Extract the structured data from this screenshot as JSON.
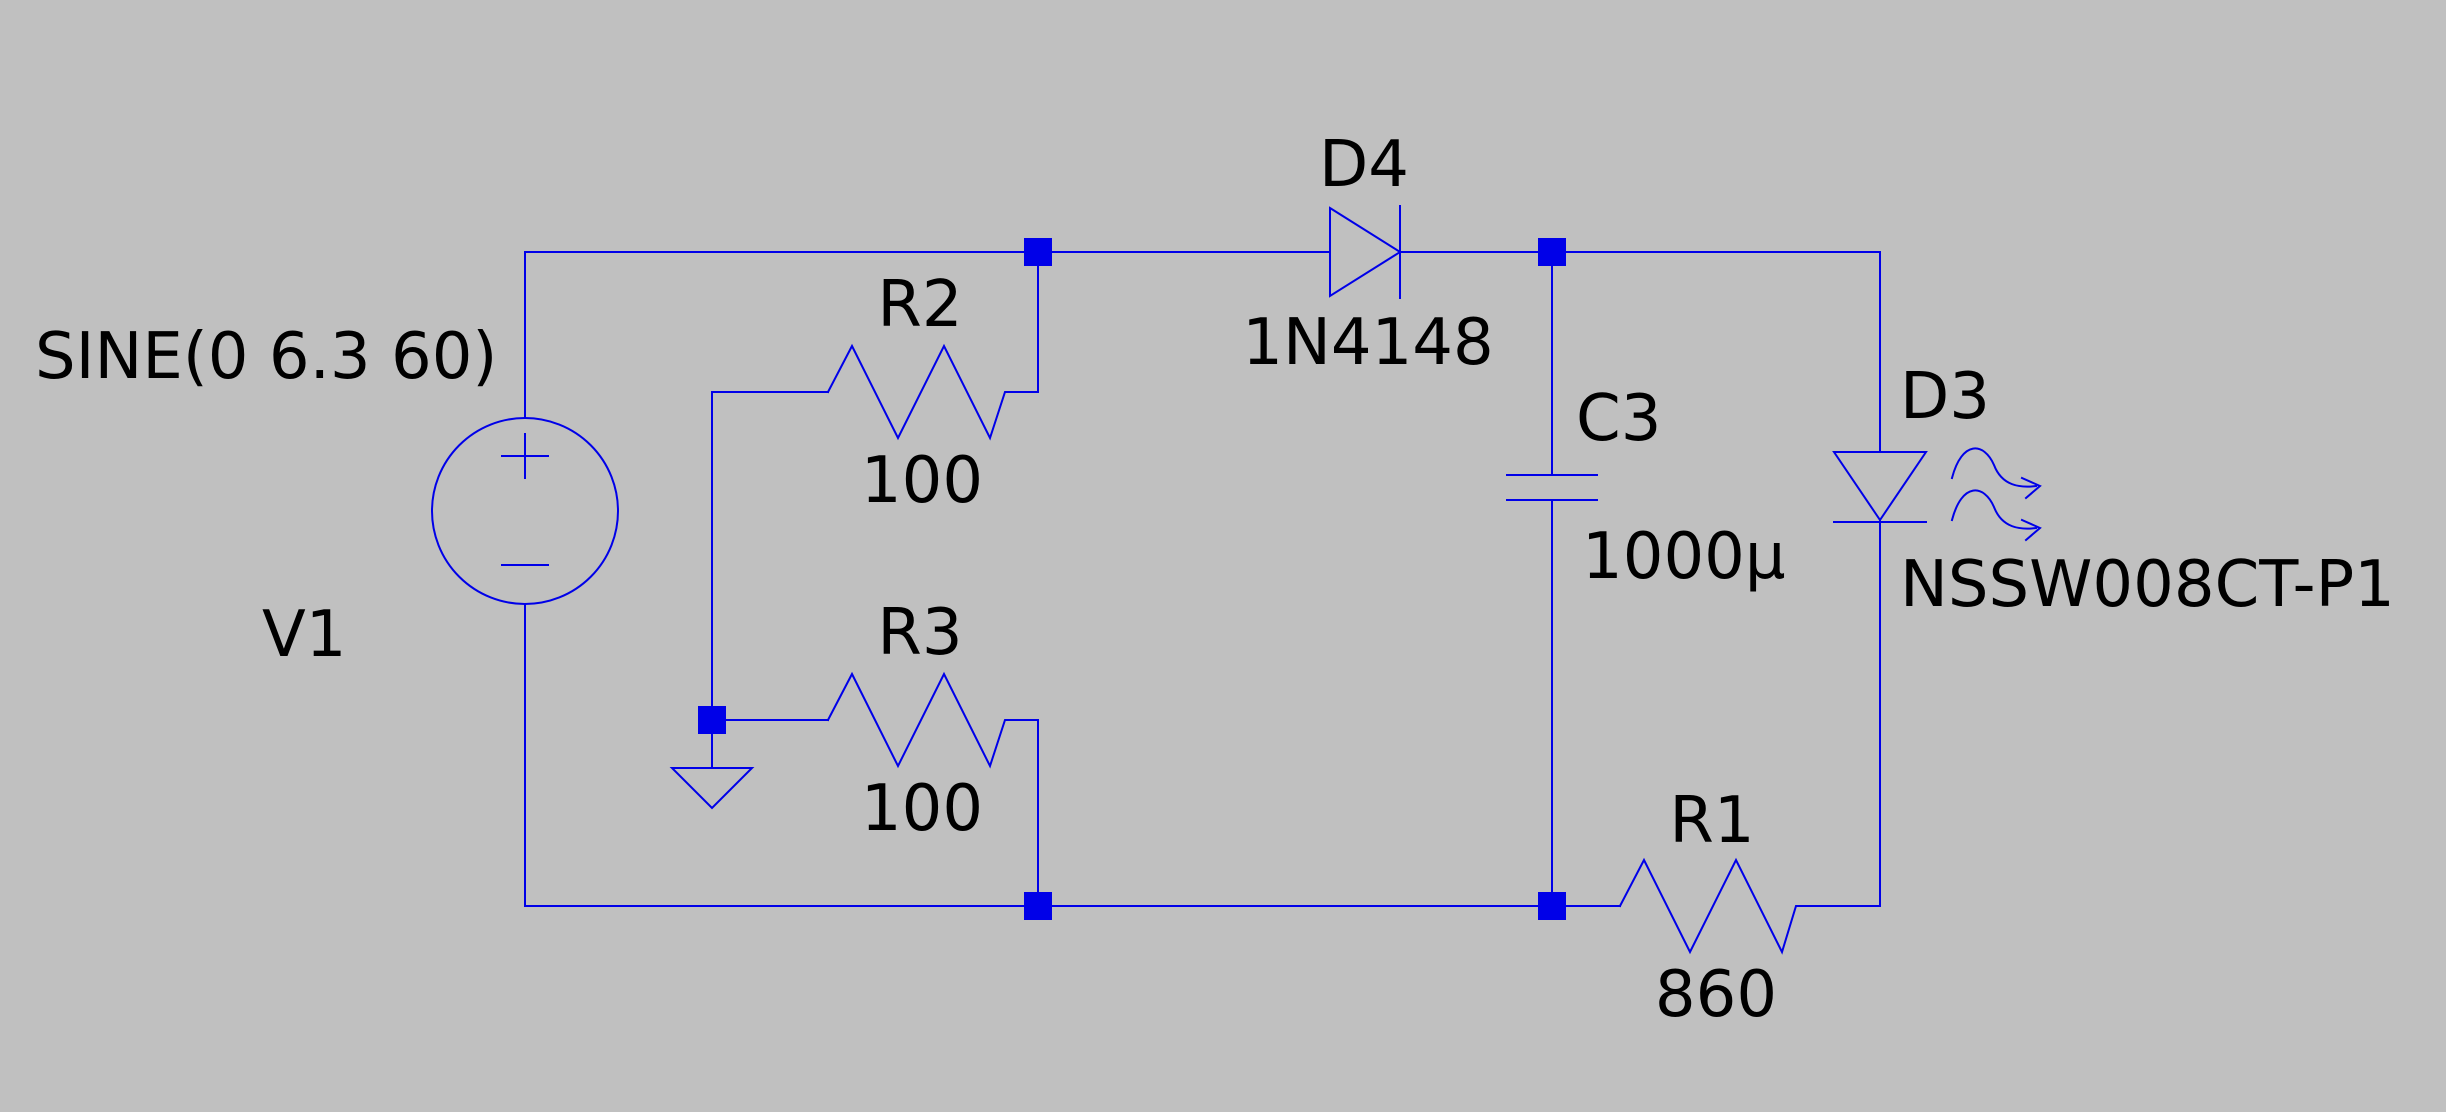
{
  "components": {
    "v1": {
      "name": "V1",
      "value": "SINE(0 6.3 60)"
    },
    "r1": {
      "name": "R1",
      "value": "860"
    },
    "r2": {
      "name": "R2",
      "value": "100"
    },
    "r3": {
      "name": "R3",
      "value": "100"
    },
    "c3": {
      "name": "C3",
      "value": "1000μ"
    },
    "d3": {
      "name": "D3",
      "value": "NSSW008CT-P1"
    },
    "d4": {
      "name": "D4",
      "value": "1N4148"
    }
  },
  "colors": {
    "background": "#c0c0c0",
    "wire": "#0000e8",
    "text": "#000000"
  },
  "icons": [
    "voltage-source-icon",
    "resistor-icon",
    "capacitor-icon",
    "diode-icon",
    "led-icon",
    "ground-icon"
  ]
}
